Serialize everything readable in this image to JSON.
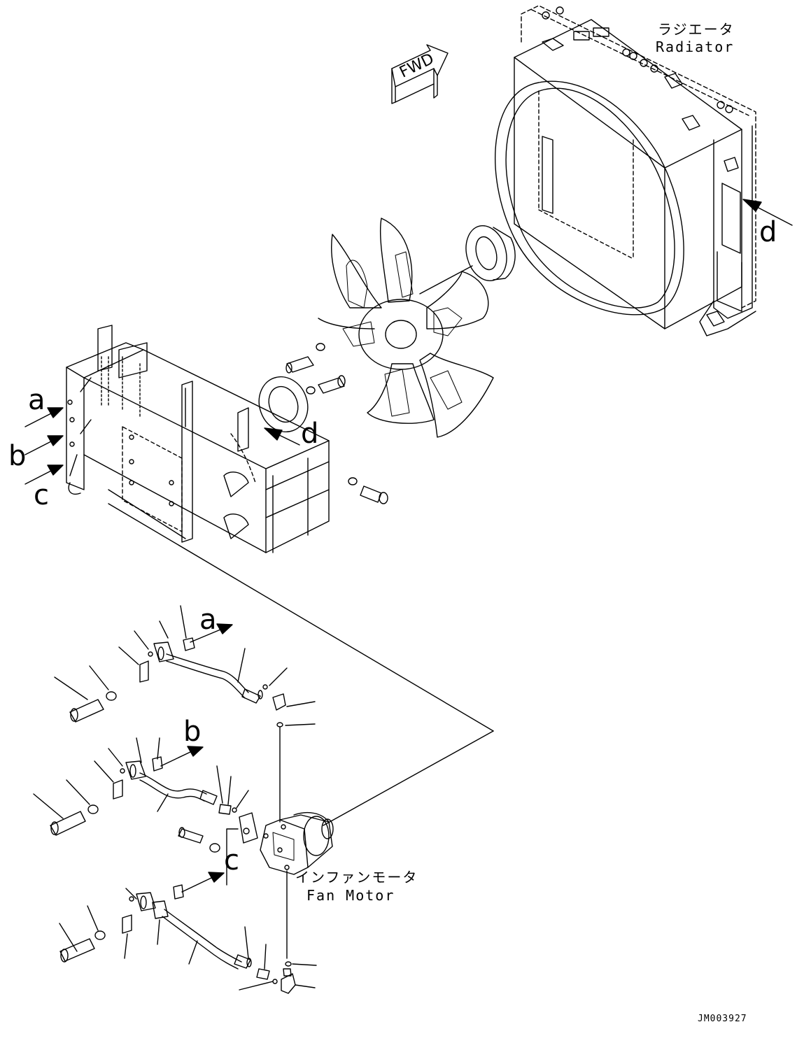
{
  "labels": {
    "radiator_jp": "ラジエータ",
    "radiator_en": "Radiator",
    "fan_motor_jp": "インファンモータ",
    "fan_motor_en": "Fan Motor",
    "fwd": "FWD",
    "callout_a": "a",
    "callout_b": "b",
    "callout_c": "c",
    "callout_d": "d",
    "drawing_code": "JM003927"
  },
  "colors": {
    "line": "#000000",
    "background": "#ffffff"
  }
}
